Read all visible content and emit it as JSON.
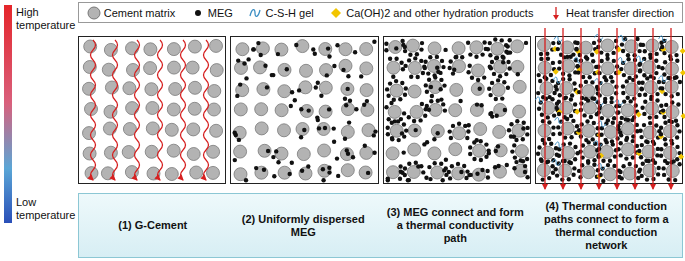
{
  "diagram": {
    "nodes": [
      {
        "text": [
          "(1) G-Cement",
          "(2) Uniformly dispersed MEG",
          "(3) MEG connect and form a thermal conductivity path",
          "(4) Thermal conduction paths connect to form a thermal conduction network"
        ]
      }
    ],
    "labels": [
      "High temperature",
      "Low temperature"
    ],
    "legend": [
      {
        "text": "Cement matrix"
      },
      {
        "text": "MEG"
      },
      {
        "text": "C-S-H gel"
      },
      {
        "text": "Ca(OH)2 and other hydration products"
      },
      {
        "text": "Heat transfer direction"
      }
    ]
  }
}
